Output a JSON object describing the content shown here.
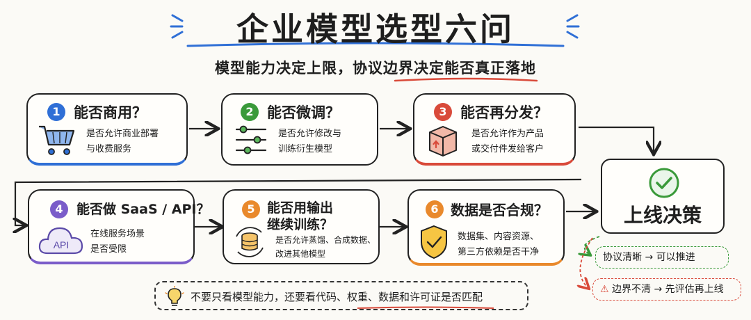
{
  "title": "企业模型选型六问",
  "subtitle": "模型能力决定上限，协议边界决定能否真正落地",
  "questions": [
    {
      "num": "1",
      "title": "能否商用？",
      "desc1": "是否允许商业部署",
      "desc2": "与收费服务",
      "icon": "shopping-cart-icon",
      "accent": "#2f6fd6"
    },
    {
      "num": "2",
      "title": "能否微调？",
      "desc1": "是否允许修改与",
      "desc2": "训练衍生模型",
      "icon": "sliders-icon",
      "accent": "#3a9a3a"
    },
    {
      "num": "3",
      "title": "能否再分发？",
      "desc1": "是否允许作为产品",
      "desc2": "或交付件发给客户",
      "icon": "package-box-icon",
      "accent": "#d94a3a"
    },
    {
      "num": "4",
      "title": "能否做 SaaS / API？",
      "desc1": "在线服务场景",
      "desc2": "是否受限",
      "icon": "cloud-api-icon",
      "accent": "#7a5cc9"
    },
    {
      "num": "5",
      "title1": "能否用输出",
      "title2": "继续训练？",
      "desc1": "是否允许蒸馏、合成数据、",
      "desc2": "改进其他模型",
      "icon": "database-cycle-icon",
      "accent": "#e9892c"
    },
    {
      "num": "6",
      "title": "数据是否合规？",
      "desc1": "数据集、内容资源、",
      "desc2": "第三方依赖是否干净",
      "icon": "shield-check-icon",
      "accent": "#e9892c"
    }
  ],
  "decision": {
    "label": "上线决策",
    "icon": "check-circle-icon",
    "accent": "#3a9a3a"
  },
  "outcomes": {
    "clear": "协议清晰 → 可以推进",
    "unclear": "边界不清 → 先评估再上线",
    "clear_color": "#3a9a3a",
    "unclear_color": "#d94a3a"
  },
  "note": "不要只看模型能力，还要看代码、权重、数据和许可证是否匹配",
  "note_icon": "lightbulb-icon"
}
